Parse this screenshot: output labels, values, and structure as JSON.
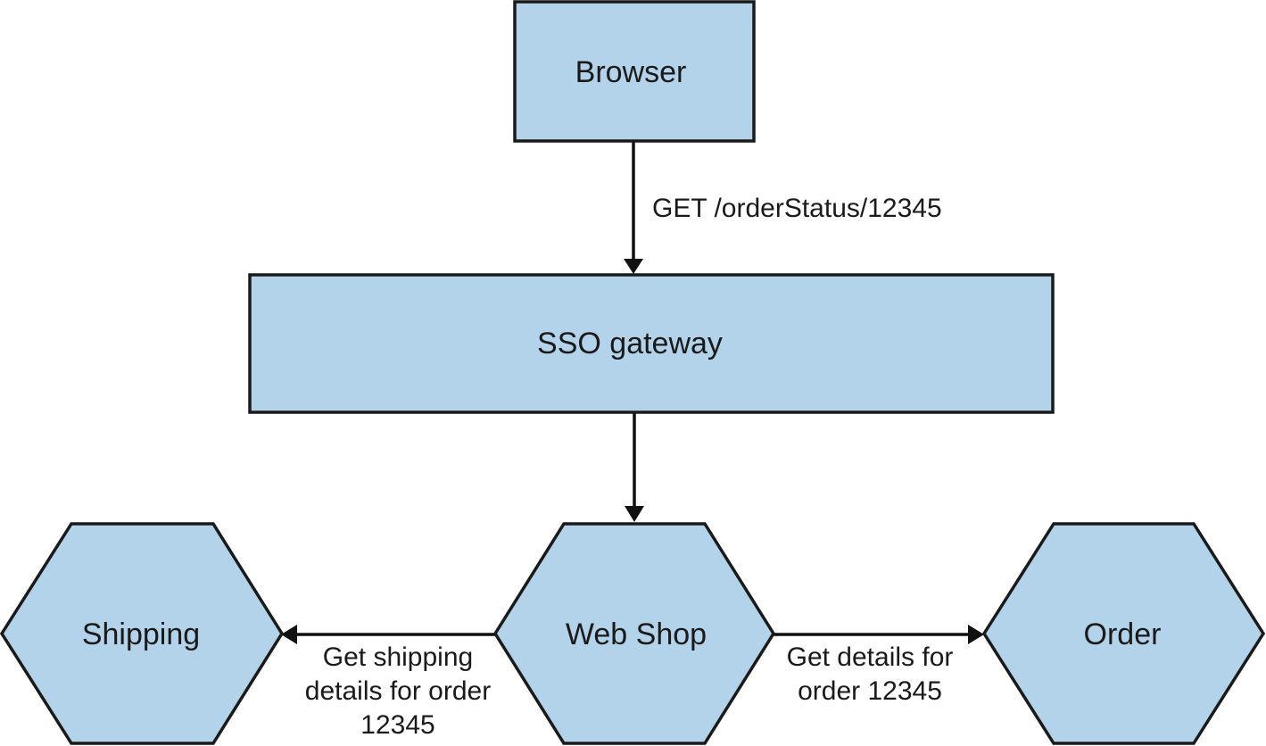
{
  "colors": {
    "node_fill": "#b3d3ea",
    "node_stroke": "#1a1a1a",
    "edge": "#111111",
    "background": "#ffffff"
  },
  "nodes": {
    "browser": {
      "label": "Browser",
      "shape": "rectangle"
    },
    "sso_gateway": {
      "label": "SSO gateway",
      "shape": "rectangle"
    },
    "web_shop": {
      "label": "Web Shop",
      "shape": "hexagon"
    },
    "shipping": {
      "label": "Shipping",
      "shape": "hexagon"
    },
    "order": {
      "label": "Order",
      "shape": "hexagon"
    }
  },
  "edges": {
    "browser_to_gateway": {
      "from": "Browser",
      "to": "SSO gateway",
      "label": "GET /orderStatus/12345"
    },
    "gateway_to_webshop": {
      "from": "SSO gateway",
      "to": "Web Shop",
      "label": ""
    },
    "webshop_to_shipping": {
      "from": "Web Shop",
      "to": "Shipping",
      "label_lines": [
        "Get shipping",
        "details for order",
        "12345"
      ]
    },
    "webshop_to_order": {
      "from": "Web Shop",
      "to": "Order",
      "label_lines": [
        "Get details for",
        "order 12345"
      ]
    }
  }
}
